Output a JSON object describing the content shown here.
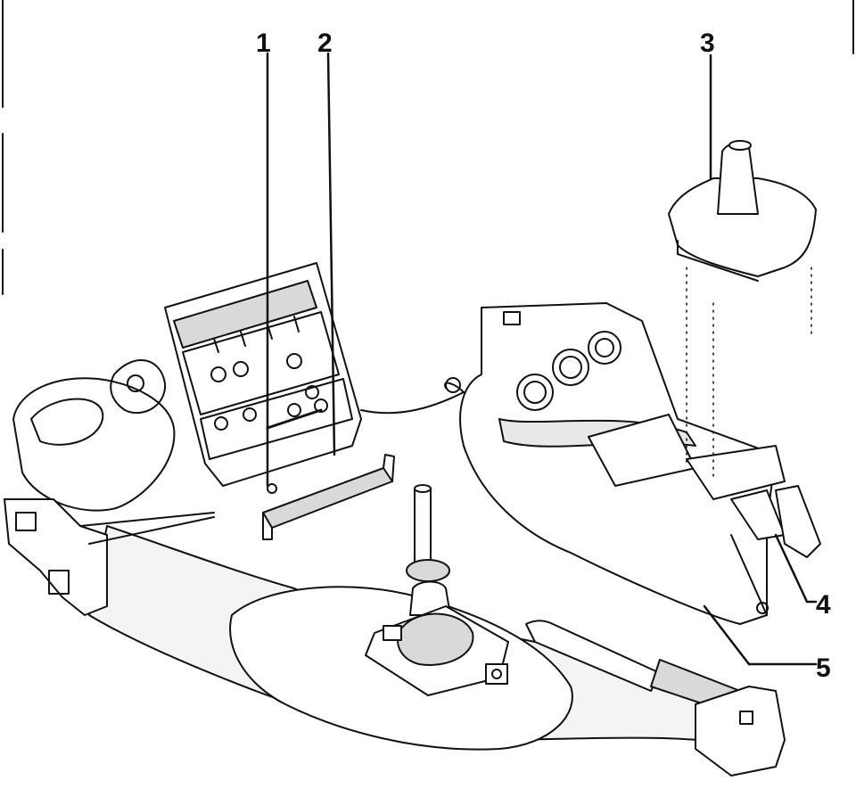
{
  "callouts": {
    "c1": "1",
    "c2": "2",
    "c3": "3",
    "c4": "4",
    "c5": "5"
  },
  "colors": {
    "ink": "#111111",
    "shade": "#d9d9d9",
    "paper": "#ffffff"
  }
}
